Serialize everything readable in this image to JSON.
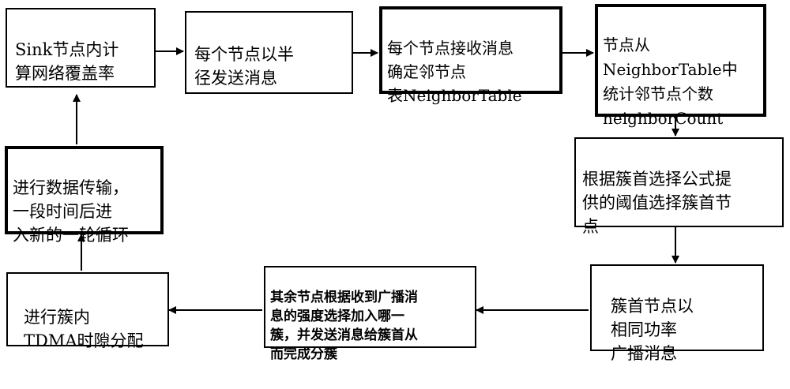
{
  "diagram": {
    "nodes": {
      "sink_compute": {
        "text": "Sink节点内计\n算网络覆盖率"
      },
      "send_radius": {
        "text": "每个节点以半\n径发送消息"
      },
      "receive_table": {
        "text": "每个节点接收消息\n确定邻节点\n表NeighborTable"
      },
      "count_neighbors": {
        "text": "节点从\nNeighborTable中\n统计邻节点个数\nneighborCount"
      },
      "select_head": {
        "text": "根据簇首选择公式提\n供的阈值选择簇首节\n点"
      },
      "broadcast": {
        "text": "簇首节点以\n相同功率\n广播消息"
      },
      "join_cluster": {
        "text": "其余节点根据收到广播消\n息的强度选择加入哪一\n簇，并发送消息给簇首从\n而完成分簇"
      },
      "tdma": {
        "text": "进行簇内\nTDMA时隙分配"
      },
      "data_transfer": {
        "text": "进行数据传输，\n一段时间后进\n入新的一轮循环"
      }
    }
  }
}
